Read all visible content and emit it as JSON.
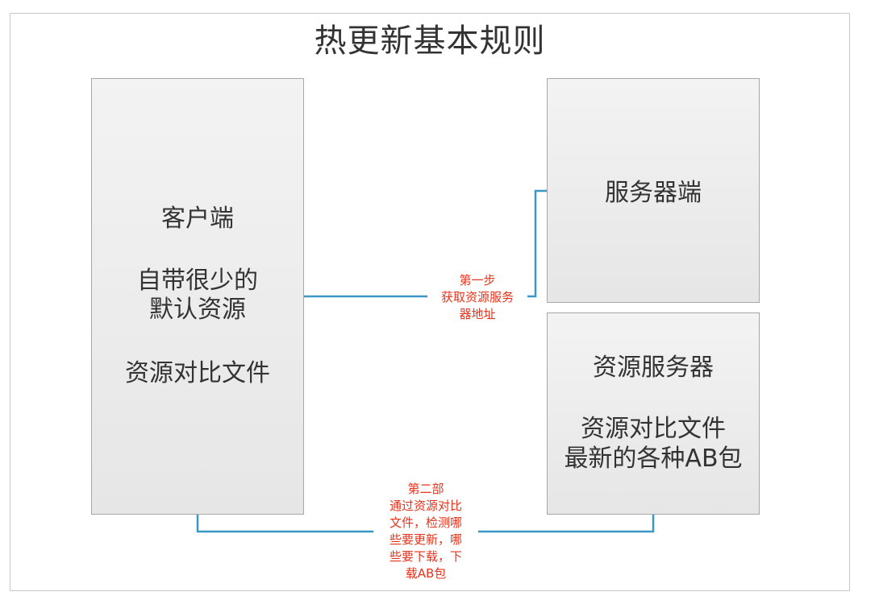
{
  "title": "热更新基本规则",
  "client": {
    "name": "客户端",
    "desc_line1": "自带很少的",
    "desc_line2": "默认资源",
    "file": "资源对比文件"
  },
  "server": {
    "name": "服务器端"
  },
  "resource_server": {
    "name": "资源服务器",
    "line1": "资源对比文件",
    "line2": "最新的各种AB包"
  },
  "step1": {
    "line1": "第一步",
    "line2": "获取资源服务",
    "line3": "器地址"
  },
  "step2": {
    "line1": "第二部",
    "line2": "通过资源对比",
    "line3": "文件，检测哪",
    "line4": "些要更新，哪",
    "line5": "些要下载，下",
    "line6": "载AB包"
  },
  "colors": {
    "connector": "#3a98c8",
    "annotation": "#e8331c",
    "box_border": "#a7a7a7"
  }
}
